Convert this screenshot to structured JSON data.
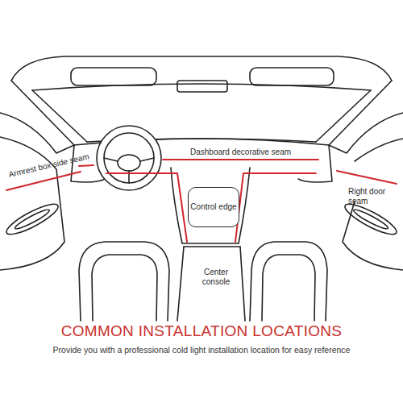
{
  "diagram": {
    "title": "COMMON INSTALLATION LOCATIONS",
    "caption": "Provide you with a professional cold light installation location for easy reference",
    "nodes": [
      {
        "text": [
          "Control edge"
        ]
      }
    ],
    "labels": [
      "Armrest box side seam",
      "Dashboard decorative seam",
      "Right door seam",
      "Center console"
    ]
  }
}
